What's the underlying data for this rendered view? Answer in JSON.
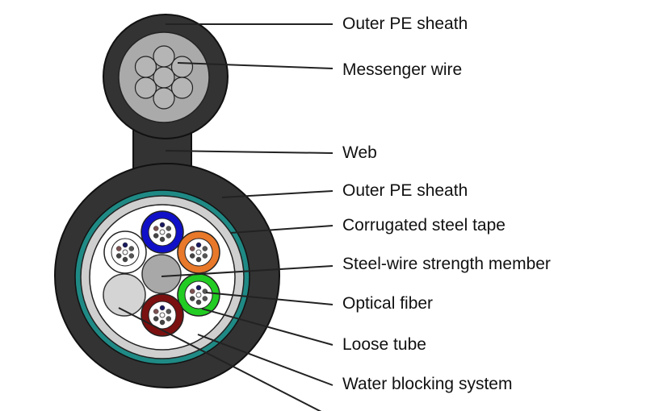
{
  "diagram": {
    "labels": [
      {
        "id": "outer-pe-sheath-top",
        "text": "Outer PE sheath"
      },
      {
        "id": "messenger-wire",
        "text": "Messenger wire"
      },
      {
        "id": "web",
        "text": "Web"
      },
      {
        "id": "outer-pe-sheath",
        "text": "Outer PE sheath"
      },
      {
        "id": "corrugated-steel-tape",
        "text": "Corrugated steel tape"
      },
      {
        "id": "steel-wire-strength-member",
        "text": "Steel-wire strength member"
      },
      {
        "id": "optical-fiber",
        "text": "Optical fiber"
      },
      {
        "id": "loose-tube",
        "text": "Loose tube"
      },
      {
        "id": "water-blocking-system",
        "text": "Water blocking system"
      }
    ],
    "colors": {
      "sheath": "#333333",
      "teal": "#1f8a85",
      "tube_blue": "#1010c8",
      "tube_orange": "#e8782a",
      "tube_green": "#22cc22",
      "tube_red": "#7a1010",
      "filler": "#d4d4d4",
      "strength_member": "#a8a8a8"
    }
  }
}
